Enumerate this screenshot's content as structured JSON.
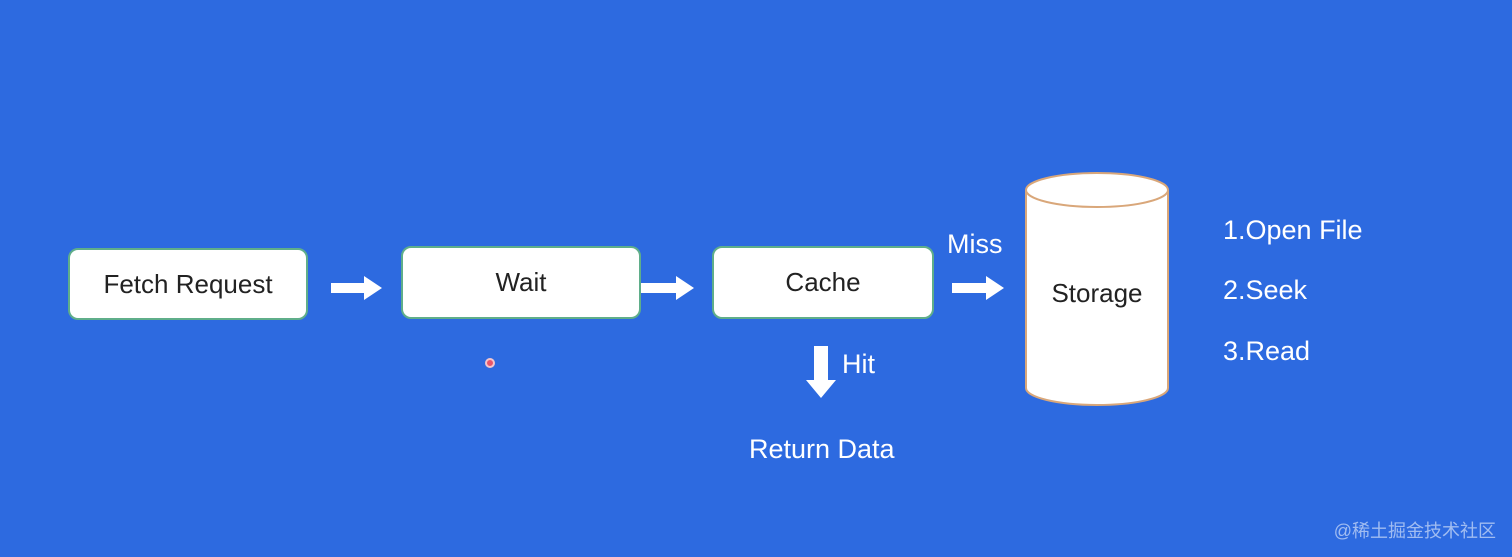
{
  "diagram": {
    "nodes": {
      "fetch_request": "Fetch Request",
      "wait": "Wait",
      "cache": "Cache",
      "storage": "Storage"
    },
    "edge_labels": {
      "miss": "Miss",
      "hit": "Hit"
    },
    "return_data": "Return Data",
    "storage_steps": [
      "1.Open File",
      "2.Seek",
      "3.Read"
    ]
  },
  "watermark": "@稀土掘金技术社区",
  "colors": {
    "background": "#2d6ae0",
    "box_border": "#5fae8a",
    "cylinder_border": "#d9a77a",
    "arrow": "#ffffff"
  }
}
